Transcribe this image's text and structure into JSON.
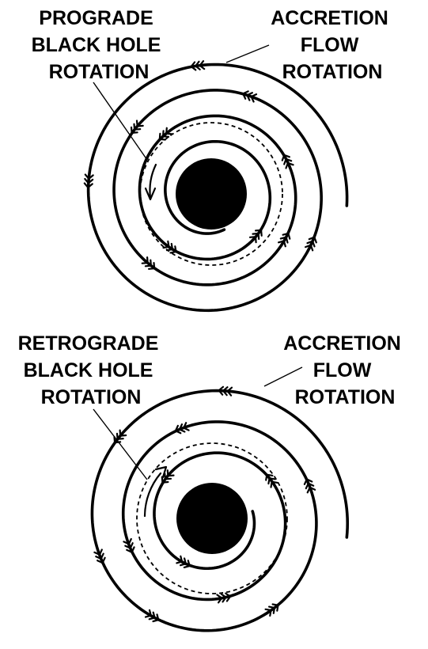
{
  "panels": [
    {
      "id": "prograde",
      "left_label": [
        "PROGRADE",
        "BLACK HOLE",
        "ROTATION"
      ],
      "right_label": [
        "ACCRETION",
        "FLOW",
        "ROTATION"
      ]
    },
    {
      "id": "retrograde",
      "left_label": [
        "RETROGRADE",
        "BLACK HOLE",
        "ROTATION"
      ],
      "right_label": [
        "ACCRETION",
        "FLOW",
        "ROTATION"
      ]
    }
  ],
  "colors": {
    "ink": "#000000",
    "background": "#ffffff"
  }
}
